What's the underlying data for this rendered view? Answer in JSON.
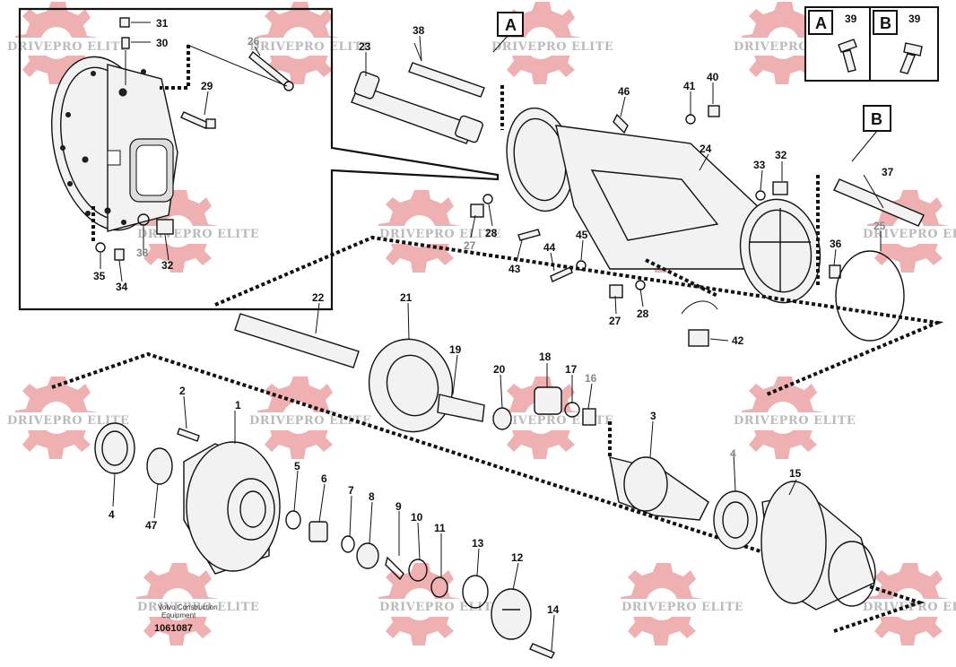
{
  "watermark": {
    "text": "DRIVEPRO ELITE",
    "color": "#e07070"
  },
  "reference_markers": {
    "a_main": "A",
    "b_main": "B",
    "a_legend": "A",
    "b_legend": "B",
    "a_legend_part": "39",
    "b_legend_part": "39"
  },
  "callouts": {
    "c1": "1",
    "c2": "2",
    "c3": "3",
    "c4a": "4",
    "c4b": "4",
    "c5": "5",
    "c6": "6",
    "c7": "7",
    "c8": "8",
    "c9": "9",
    "c10": "10",
    "c11": "11",
    "c12": "12",
    "c13": "13",
    "c14": "14",
    "c15": "15",
    "c16": "16",
    "c17": "17",
    "c18": "18",
    "c19": "19",
    "c20": "20",
    "c21": "21",
    "c22": "22",
    "c23": "23",
    "c24": "24",
    "c25": "25",
    "c26": "26",
    "c27a": "27",
    "c27b": "27",
    "c28a": "28",
    "c28b": "28",
    "c29": "29",
    "c30": "30",
    "c31": "31",
    "c32a": "32",
    "c32b": "32",
    "c33a": "33",
    "c33b": "33",
    "c34": "34",
    "c35": "35",
    "c36": "36",
    "c37": "37",
    "c38": "38",
    "c40": "40",
    "c41": "41",
    "c42": "42",
    "c43": "43",
    "c44": "44",
    "c45": "45",
    "c46": "46",
    "c47": "47"
  },
  "footer": {
    "note_line1": "Volvo Construction",
    "note_line2": "Equipment",
    "document_number": "1061087"
  }
}
